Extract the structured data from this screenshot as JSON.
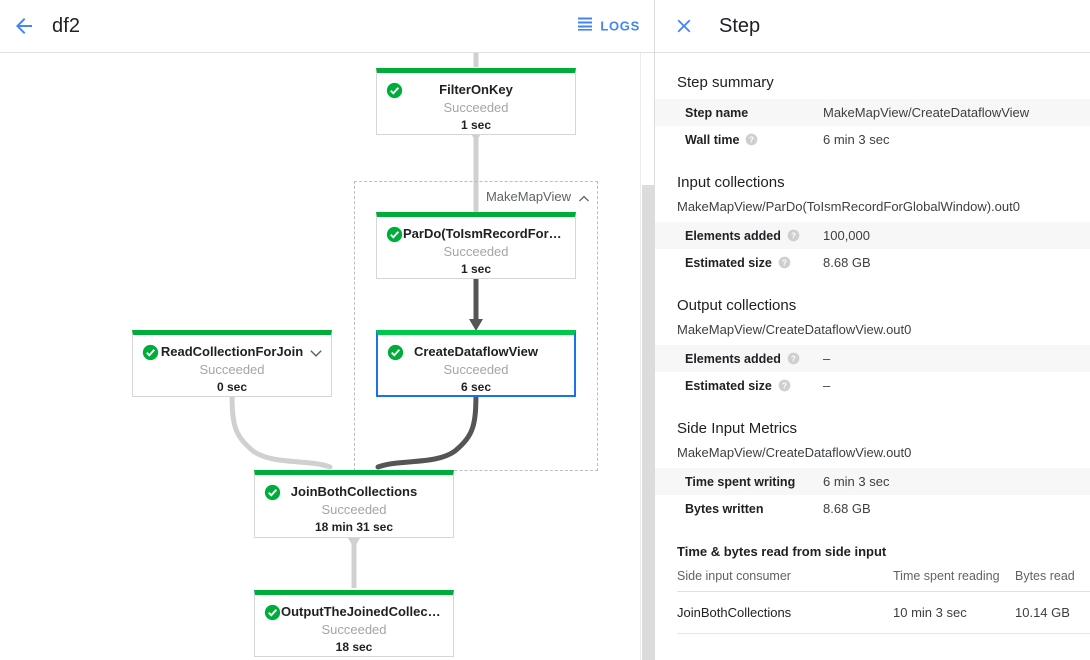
{
  "header": {
    "back_icon": "arrow-left-icon",
    "job_title": "df2",
    "logs_icon": "list-lines-icon",
    "logs_label": "LOGS"
  },
  "graph": {
    "composite": {
      "label": "MakeMapView",
      "caret_icon": "chevron-up-icon"
    },
    "nodes": [
      {
        "id": "filter-on-key",
        "name": "FilterOnKey",
        "status": "Succeeded",
        "duration": "1 sec",
        "status_icon": "check-circle-icon",
        "selected": false,
        "has_caret": false
      },
      {
        "id": "pardo-toismrecord",
        "name": "ParDo(ToIsmRecordFor…",
        "status": "Succeeded",
        "duration": "1 sec",
        "status_icon": "check-circle-icon",
        "selected": false,
        "has_caret": false
      },
      {
        "id": "create-dataflow-view",
        "name": "CreateDataflowView",
        "status": "Succeeded",
        "duration": "6 sec",
        "status_icon": "check-circle-icon",
        "selected": true,
        "has_caret": false
      },
      {
        "id": "read-collection-for-join",
        "name": "ReadCollectionForJoin",
        "status": "Succeeded",
        "duration": "0 sec",
        "status_icon": "check-circle-icon",
        "selected": false,
        "has_caret": true,
        "caret_icon": "chevron-down-icon"
      },
      {
        "id": "join-both-collections",
        "name": "JoinBothCollections",
        "status": "Succeeded",
        "duration": "18 min 31 sec",
        "status_icon": "check-circle-icon",
        "selected": false,
        "has_caret": false
      },
      {
        "id": "output-the-joined-collection",
        "name": "OutputTheJoinedCollec…",
        "status": "Succeeded",
        "duration": "18 sec",
        "status_icon": "check-circle-icon",
        "selected": false,
        "has_caret": false
      }
    ]
  },
  "panel": {
    "close_icon": "close-icon",
    "title": "Step",
    "step_summary": {
      "title": "Step summary",
      "rows": [
        {
          "key": "Step name",
          "value": "MakeMapView/CreateDataflowView",
          "help": false
        },
        {
          "key": "Wall time",
          "value": "6 min 3 sec",
          "help": true
        }
      ]
    },
    "input_collections": {
      "title": "Input collections",
      "collection": "MakeMapView/ParDo(ToIsmRecordForGlobalWindow).out0",
      "rows": [
        {
          "key": "Elements added",
          "value": "100,000",
          "help": true
        },
        {
          "key": "Estimated size",
          "value": "8.68 GB",
          "help": true
        }
      ]
    },
    "output_collections": {
      "title": "Output collections",
      "collection": "MakeMapView/CreateDataflowView.out0",
      "rows": [
        {
          "key": "Elements added",
          "value": "–",
          "help": true
        },
        {
          "key": "Estimated size",
          "value": "–",
          "help": true
        }
      ]
    },
    "side_input_metrics": {
      "title": "Side Input Metrics",
      "collection": "MakeMapView/CreateDataflowView.out0",
      "rows": [
        {
          "key": "Time spent writing",
          "value": "6 min 3 sec",
          "help": false
        },
        {
          "key": "Bytes written",
          "value": "8.68 GB",
          "help": false
        }
      ]
    },
    "side_input_read": {
      "title": "Time & bytes read from side input",
      "columns": [
        "Side input consumer",
        "Time spent reading",
        "Bytes read"
      ],
      "rows": [
        {
          "consumer": "JoinBothCollections",
          "time": "10 min 3 sec",
          "bytes": "10.14 GB"
        }
      ]
    }
  },
  "colors": {
    "accent_blue": "#4285f4",
    "selected_blue": "#1a73e8",
    "success_green": "#00ad3b",
    "edge_light": "#d0d0d0",
    "edge_dark": "#555555"
  }
}
